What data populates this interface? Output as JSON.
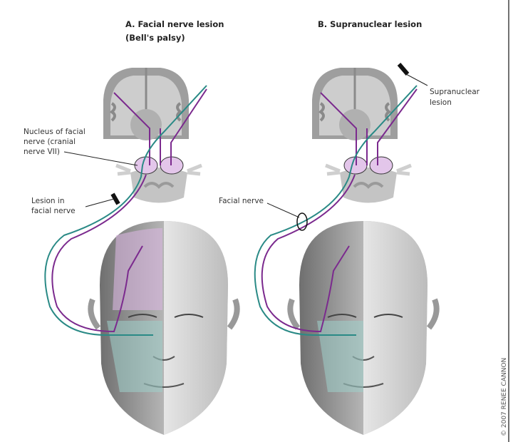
{
  "panels": [
    {
      "title_line1": "A. Facial nerve lesion",
      "title_line2": "(Bell's palsy)",
      "labels": {
        "nucleus_1": "Nucleus of facial",
        "nucleus_2": "nerve (cranial",
        "nucleus_3": "nerve VII)",
        "lesion_1": "Lesion in",
        "lesion_2": "facial nerve"
      }
    },
    {
      "title_line1": "B. Supranuclear lesion",
      "labels": {
        "supra_1": "Supranuclear",
        "supra_2": "lesion",
        "facial_nerve": "Facial nerve"
      }
    }
  ],
  "copyright": "© 2007 RENEE CANNON",
  "colors": {
    "teal": "#2a8a86",
    "purple": "#7b2a8e",
    "brain": "#a8a8a8",
    "brain_light": "#cfcfcf",
    "face": "#a9a9a9"
  }
}
